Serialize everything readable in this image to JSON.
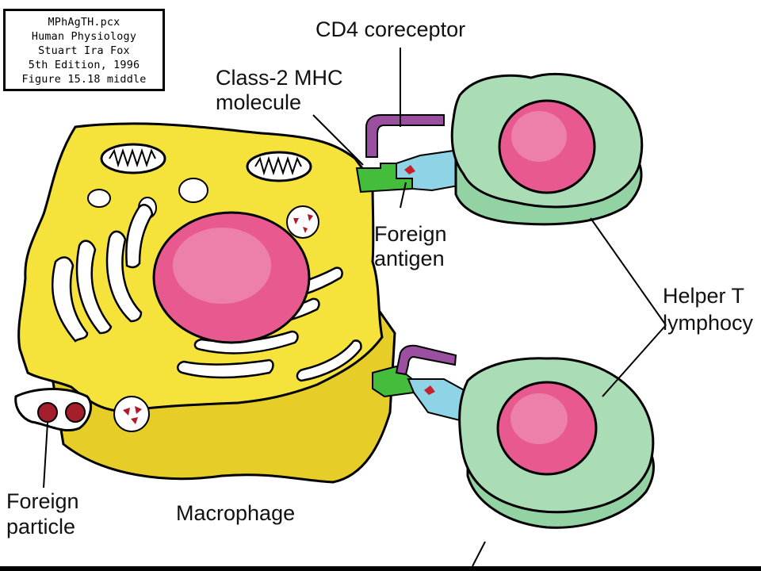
{
  "credit": {
    "lines": [
      "MPhAgTH.pcx",
      "Human Physiology",
      "Stuart Ira Fox",
      "5th Edition, 1996",
      "Figure 15.18 middle"
    ]
  },
  "labels": {
    "cd4": "CD4 coreceptor",
    "mhc_1": "Class-2 MHC",
    "mhc_2": "molecule",
    "antigen_1": "Foreign",
    "antigen_2": "antigen",
    "helper_1": "Helper T",
    "helper_2": "lymphocy",
    "particle_1": "Foreign",
    "particle_2": "particle",
    "macrophage": "Macrophage"
  },
  "colors": {
    "macrophage": "#f4e23a",
    "macrophage_shadow": "#e8cf2a",
    "nucleus": "#e0568a",
    "nucleus_highlight": "#f3a9c6",
    "lymphocyte": "#a9dcb4",
    "lymphocyte_shadow": "#8fcf9e",
    "mhc": "#3fbf3a",
    "cd4": "#9a4fa0",
    "tcr": "#8fd0e6",
    "antigen": "#c8202f",
    "particle": "#a01f2a"
  }
}
